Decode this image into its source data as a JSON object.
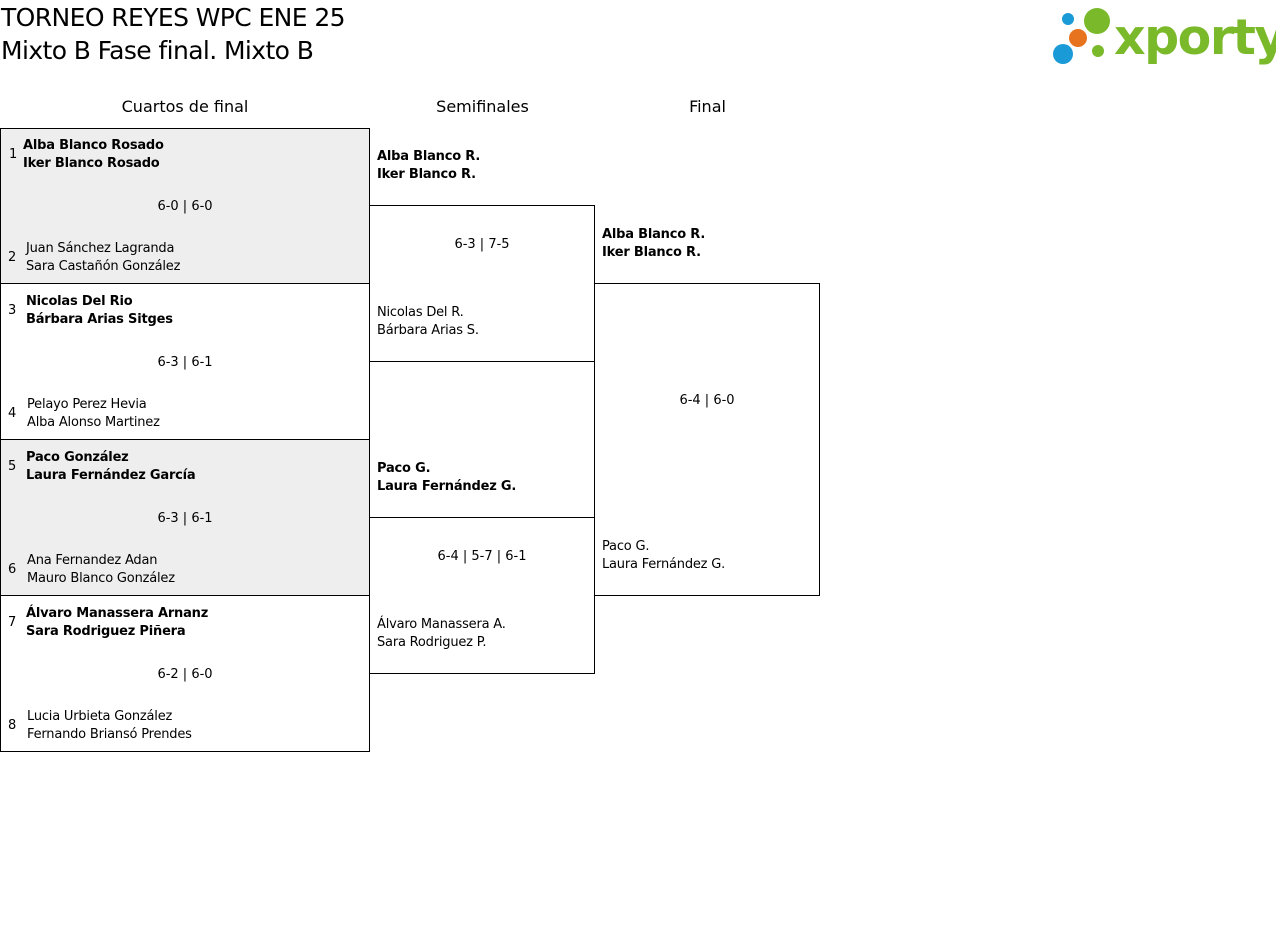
{
  "header": {
    "tournament": "TORNEO REYES WPC ENE 25",
    "subtitle": "Mixto B Fase final. Mixto B",
    "logo_text": "xporty",
    "logo_colors": {
      "brand_green": "#7ab929",
      "dot_blue": "#1a9ad6",
      "dot_orange": "#e8731f",
      "dot_green": "#7ab929"
    }
  },
  "rounds": {
    "quarterfinals": "Cuartos de final",
    "semifinals": "Semifinales",
    "final": "Final"
  },
  "colors": {
    "shaded_row": "#eeeeee",
    "border": "#000000"
  },
  "quarterfinals": [
    {
      "top": {
        "seed": "1",
        "p1": "Alba Blanco Rosado",
        "p2": "Iker Blanco Rosado",
        "winner": true
      },
      "bottom": {
        "seed": "2",
        "p1": "Juan Sánchez Lagranda",
        "p2": "Sara Castañón González",
        "winner": false
      },
      "score": "6-0 | 6-0"
    },
    {
      "top": {
        "seed": "3",
        "p1": "Nicolas Del Rio",
        "p2": "Bárbara Arias Sitges",
        "winner": true
      },
      "bottom": {
        "seed": "4",
        "p1": "Pelayo Perez Hevia",
        "p2": "Alba Alonso Martinez",
        "winner": false
      },
      "score": "6-3 | 6-1"
    },
    {
      "top": {
        "seed": "5",
        "p1": "Paco González",
        "p2": "Laura Fernández García",
        "winner": true
      },
      "bottom": {
        "seed": "6",
        "p1": "Ana Fernandez Adan",
        "p2": "Mauro Blanco González",
        "winner": false
      },
      "score": "6-3 | 6-1"
    },
    {
      "top": {
        "seed": "7",
        "p1": "Álvaro Manassera Arnanz",
        "p2": "Sara Rodriguez Piñera",
        "winner": true
      },
      "bottom": {
        "seed": "8",
        "p1": "Lucia Urbieta González",
        "p2": "Fernando Briansó Prendes",
        "winner": false
      },
      "score": "6-2 | 6-0"
    }
  ],
  "semifinals": [
    {
      "top": {
        "p1": "Alba Blanco R.",
        "p2": "Iker Blanco R.",
        "winner": true
      },
      "bottom": {
        "p1": "Nicolas Del R.",
        "p2": "Bárbara Arias S.",
        "winner": false
      },
      "score": "6-3 | 7-5"
    },
    {
      "top": {
        "p1": "Paco G.",
        "p2": "Laura Fernández G.",
        "winner": true
      },
      "bottom": {
        "p1": "Álvaro Manassera A.",
        "p2": "Sara Rodriguez P.",
        "winner": false
      },
      "score": "6-4 | 5-7 | 6-1"
    }
  ],
  "final": {
    "top": {
      "p1": "Alba Blanco R.",
      "p2": "Iker Blanco R.",
      "winner": true
    },
    "bottom": {
      "p1": "Paco G.",
      "p2": "Laura Fernández G.",
      "winner": false
    },
    "score": "6-4 | 6-0"
  }
}
